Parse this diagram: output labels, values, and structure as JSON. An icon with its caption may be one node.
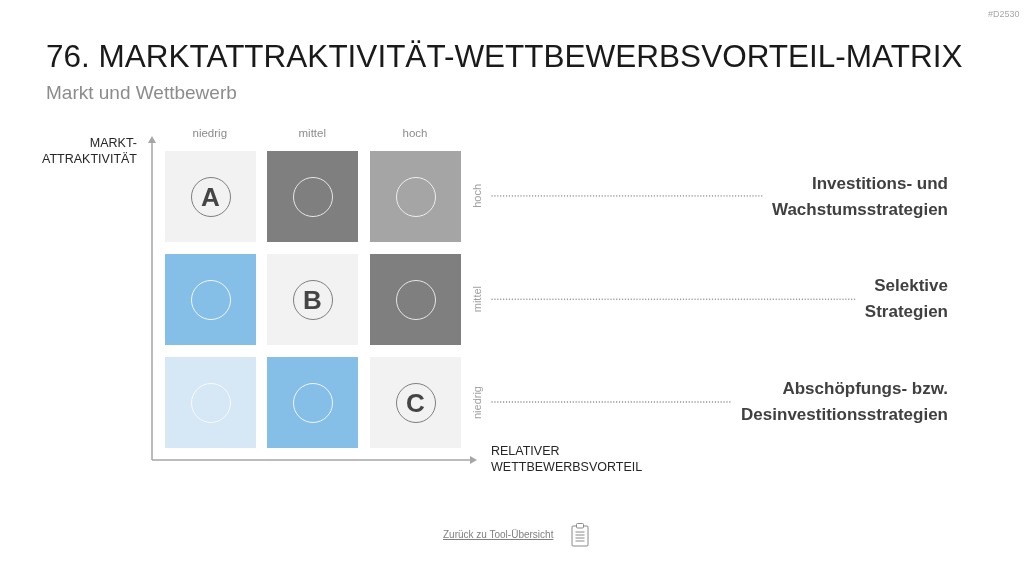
{
  "diagram": {
    "title": "76. MARKTATTRAKTIVITÄT-WETTBEWERBSVORTEIL-MATRIX",
    "nodes": [
      {
        "text": [],
        "shape": "box"
      },
      {
        "text": [
          "A"
        ],
        "in": 0
      },
      {
        "text": [],
        "shape": "box"
      },
      {
        "text": [],
        "shape": "circle",
        "in": 2
      },
      {
        "text": [],
        "shape": "box"
      },
      {
        "text": [],
        "shape": "circle",
        "in": 4
      },
      {
        "text": [],
        "shape": "box"
      },
      {
        "text": [],
        "shape": "circle",
        "in": 6
      },
      {
        "text": [],
        "shape": "box"
      },
      {
        "text": [
          "B"
        ],
        "in": 8
      },
      {
        "text": [],
        "shape": "box"
      },
      {
        "text": [],
        "shape": "circle",
        "in": 10
      },
      {
        "text": [],
        "shape": "box"
      },
      {
        "text": [],
        "shape": "circle",
        "in": 12
      },
      {
        "text": [],
        "shape": "box"
      },
      {
        "text": [],
        "shape": "circle",
        "in": 14
      },
      {
        "text": [],
        "shape": "box"
      },
      {
        "text": [
          "C"
        ],
        "in": 16
      },
      {
        "text": [
          "hoch"
        ]
      },
      {
        "text": [
          "mittel"
        ]
      },
      {
        "text": [
          "niedrig"
        ]
      },
      {
        "text": [
          "Investitions- und Wachstumsstrategien"
        ]
      },
      {
        "text": [
          "Selektive Strategien"
        ]
      },
      {
        "text": [
          "Abschöpfungs- bzw. Desinvestitionsstrategien"
        ]
      }
    ],
    "edges": [
      {
        "from": 18,
        "to": 21,
        "arrow": "none",
        "style": "dashed"
      },
      {
        "from": 19,
        "to": 22,
        "arrow": "none",
        "style": "dashed"
      },
      {
        "from": 20,
        "to": 23,
        "arrow": "none",
        "style": "dashed"
      }
    ],
    "labels": [
      "#D2530",
      "Markt und Wettbewerb",
      "MARKT- ATTRAKTIVITÄT",
      "niedrig",
      "mittel",
      "hoch",
      "RELATIVER WETTBEWERBSVORTEIL",
      "Zurück zu Tool-Übersicht"
    ]
  }
}
